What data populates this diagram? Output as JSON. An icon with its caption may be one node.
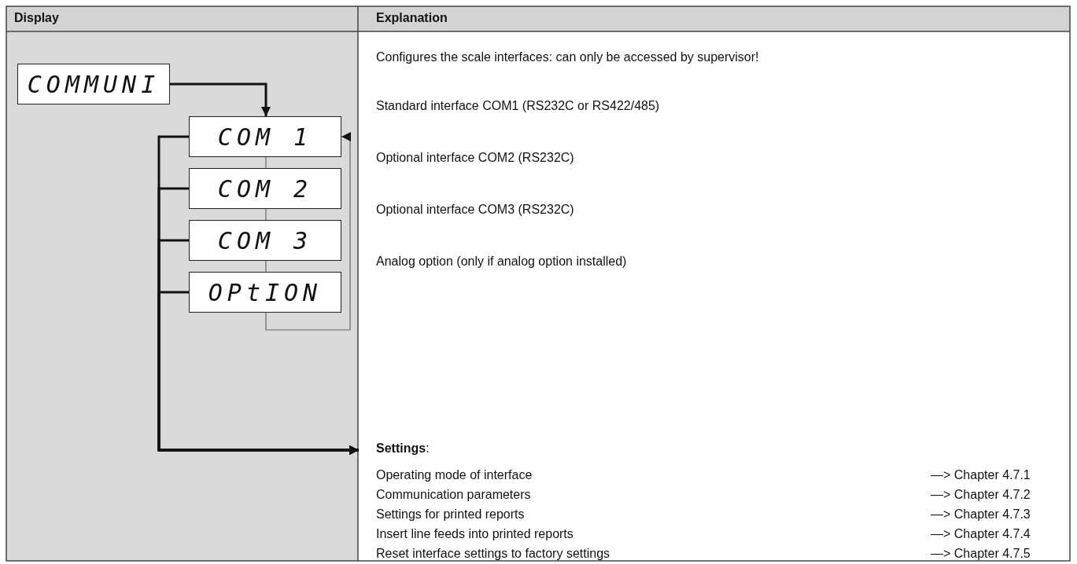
{
  "diagram": {
    "nodes": [
      {
        "text": [
          "COMMUNI"
        ]
      },
      {
        "text": [
          "COM 1"
        ]
      },
      {
        "text": [
          "COM 2"
        ]
      },
      {
        "text": [
          "COM 3"
        ]
      },
      {
        "text": [
          "OPtION"
        ]
      },
      {
        "text": [
          "**Settings**:"
        ]
      }
    ],
    "edges": [
      {
        "from": 0,
        "to": 1,
        "arrow": "to"
      },
      {
        "from": 1,
        "to": 2,
        "arrow": "none",
        "color": "#666666"
      },
      {
        "from": 2,
        "to": 3,
        "arrow": "none",
        "color": "#666666"
      },
      {
        "from": 3,
        "to": 4,
        "arrow": "none",
        "color": "#666666"
      },
      {
        "from": 4,
        "to": 1,
        "arrow": "to",
        "color": "#666666"
      },
      {
        "from": 1,
        "to": 5,
        "arrow": "to"
      },
      {
        "from": 2,
        "to": 5,
        "arrow": "to"
      },
      {
        "from": 3,
        "to": 5,
        "arrow": "to"
      },
      {
        "from": 4,
        "to": 5,
        "arrow": "to"
      }
    ],
    "labels": [
      "Display",
      "Explanation",
      "Configures the scale interfaces: can only be accessed by supervisor!",
      "Standard interface COM1 (RS232C or RS422/485)",
      "Optional interface COM2 (RS232C)",
      "Optional interface COM3 (RS232C)",
      "Analog option (only if analog option installed)",
      "Operating mode of interface",
      "—> Chapter 4.7.1",
      "Communication parameters",
      "—> Chapter 4.7.2",
      "Settings for printed reports",
      "—> Chapter 4.7.3",
      "Insert line feeds into printed reports",
      "—> Chapter 4.7.4",
      "Reset interface settings to factory settings",
      "—> Chapter 4.7.5"
    ]
  }
}
